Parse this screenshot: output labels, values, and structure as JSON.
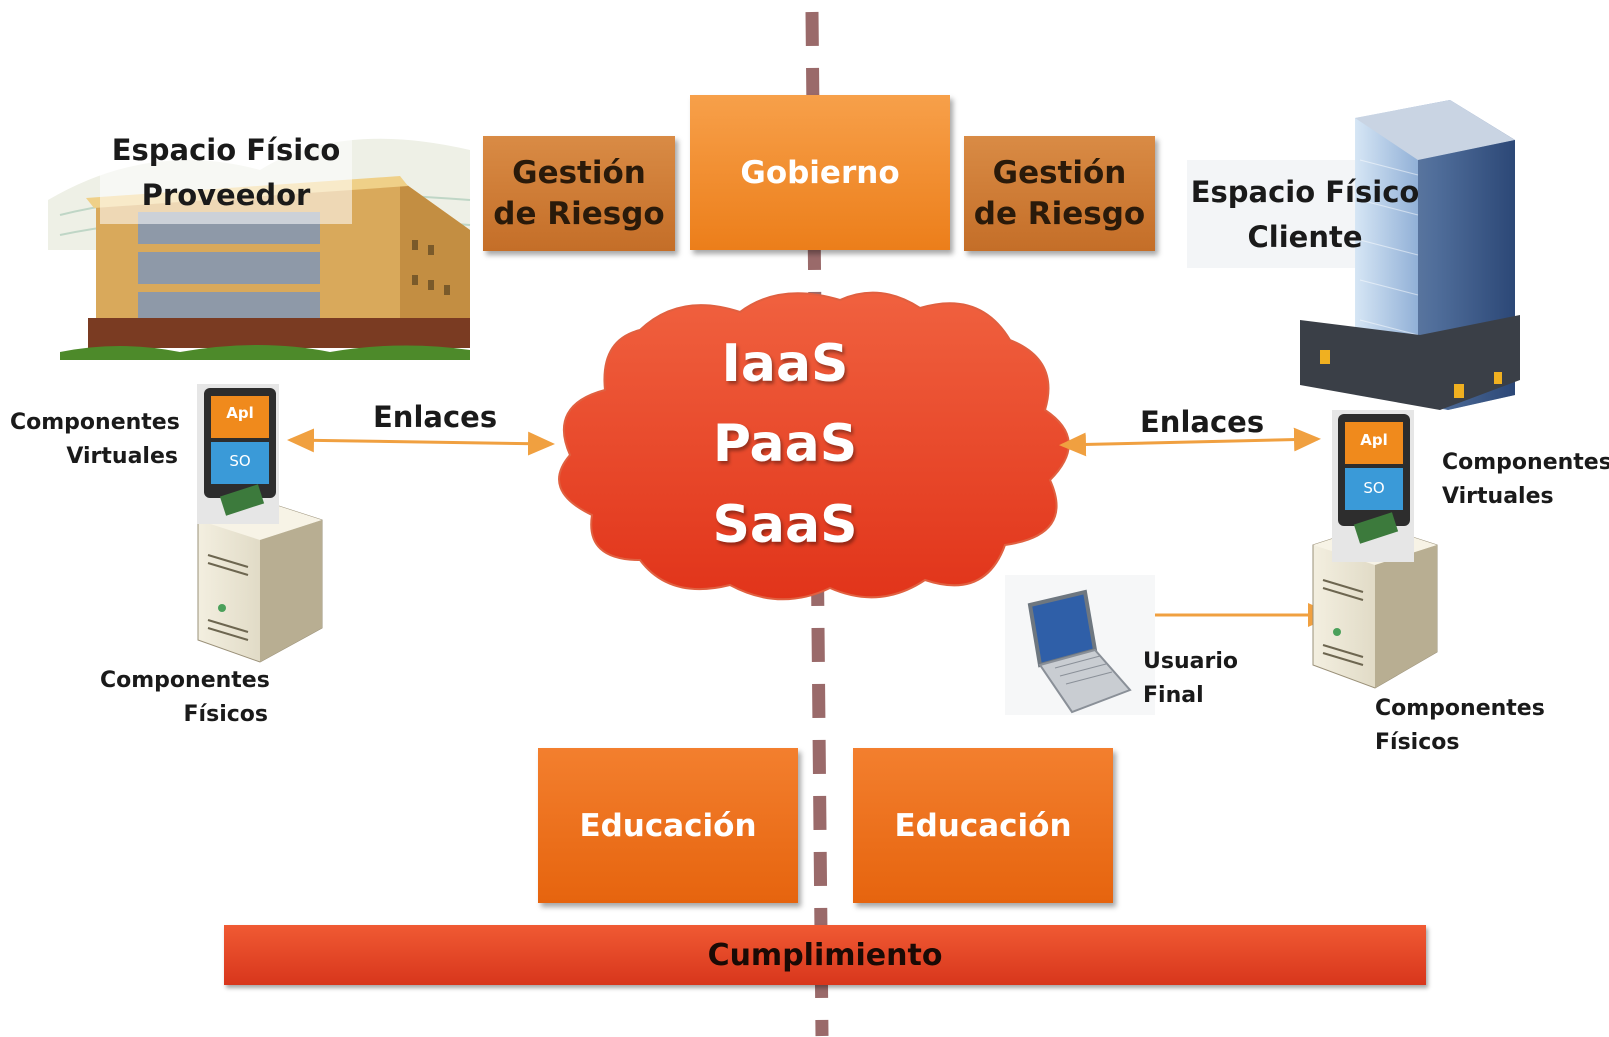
{
  "provider": {
    "space_label_line1": "Espacio Físico",
    "space_label_line2": "Proveedor",
    "virtual_label_line1": "Componentes",
    "virtual_label_line2": "Virtuales",
    "physical_label_line1": "Componentes",
    "physical_label_line2": "Físicos",
    "link_label": "Enlaces"
  },
  "client": {
    "space_label_line1": "Espacio Físico",
    "space_label_line2": "Cliente",
    "virtual_label_line1": "Componentes",
    "virtual_label_line2": "Virtuales",
    "physical_label_line1": "Componentes",
    "physical_label_line2": "Físicos",
    "link_label": "Enlaces",
    "end_user_line1": "Usuario",
    "end_user_line2": "Final"
  },
  "boxes": {
    "risk_left_line1": "Gestión",
    "risk_left_line2": "de Riesgo",
    "governance": "Gobierno",
    "risk_right_line1": "Gestión",
    "risk_right_line2": "de Riesgo",
    "education_left": "Educación",
    "education_right": "Educación",
    "compliance": "Cumplimiento"
  },
  "cloud": {
    "layer1": "IaaS",
    "layer2": "PaaS",
    "layer3": "SaaS"
  },
  "vm_icon": {
    "app_label": "Apl",
    "os_label": "SO"
  },
  "colors": {
    "divider": "#9a6a6a",
    "arrow": "#f0a040",
    "cloud": "#e8442a"
  }
}
